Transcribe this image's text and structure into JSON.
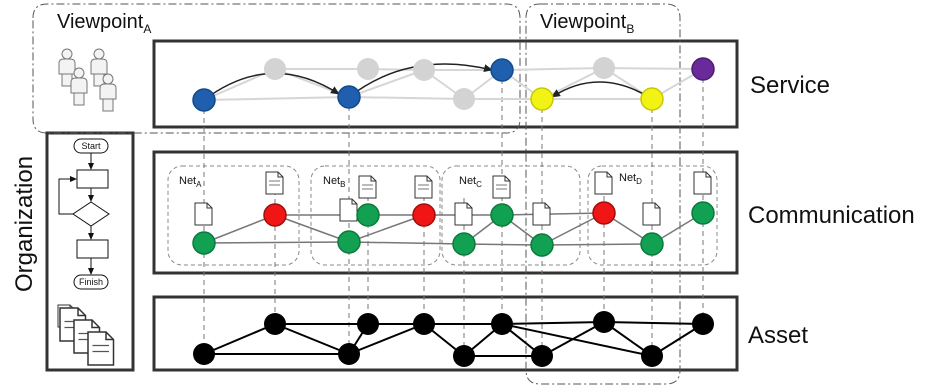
{
  "viewpoints": {
    "a": {
      "label": "Viewpoint",
      "sub": "A"
    },
    "b": {
      "label": "Viewpoint",
      "sub": "B"
    }
  },
  "layers": {
    "service": "Service",
    "communication": "Communication",
    "asset": "Asset"
  },
  "organization": {
    "label": "Organization",
    "flow_start": "Start",
    "flow_finish": "Finish"
  },
  "nets": [
    {
      "label": "Net",
      "sub": "A"
    },
    {
      "label": "Net",
      "sub": "B"
    },
    {
      "label": "Net",
      "sub": "C"
    },
    {
      "label": "Net",
      "sub": "D"
    }
  ],
  "colors": {
    "service_active": "#1f5fae",
    "service_inactive": "#d3d3d3",
    "service_highlight": "#f2f214",
    "service_special": "#6a2a9a",
    "comm_ok": "#12a152",
    "comm_alert": "#f01616",
    "asset": "#000000"
  }
}
